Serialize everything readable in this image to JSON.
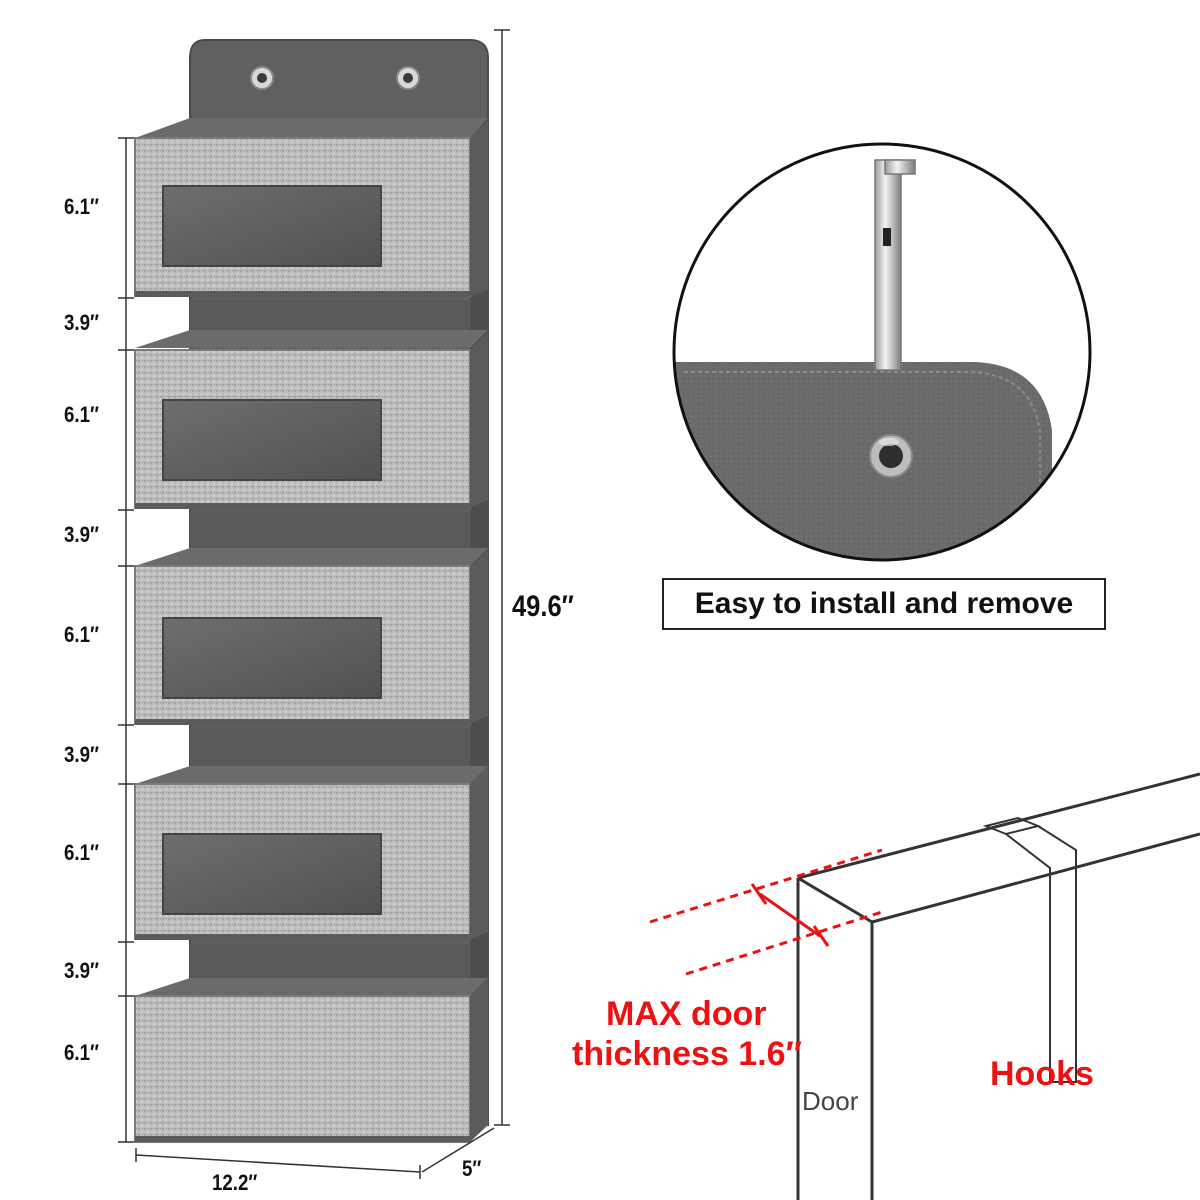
{
  "product": {
    "pocket_heights": [
      "6.1″",
      "6.1″",
      "6.1″",
      "6.1″",
      "6.1″"
    ],
    "gap_heights": [
      "3.9″",
      "3.9″",
      "3.9″",
      "3.9″"
    ],
    "total_height": "49.6″",
    "width": "12.2″",
    "depth": "5″"
  },
  "detail": {
    "caption": "Easy to install and remove"
  },
  "door_diagram": {
    "max_thickness_line1": "MAX door",
    "max_thickness_line2": "thickness 1.6″",
    "door_label": "Door",
    "hooks_label": "Hooks"
  },
  "colors": {
    "fabric_dark": "#5f6062",
    "fabric_light": "#b9b9b9",
    "accent_red": "#e11111"
  }
}
